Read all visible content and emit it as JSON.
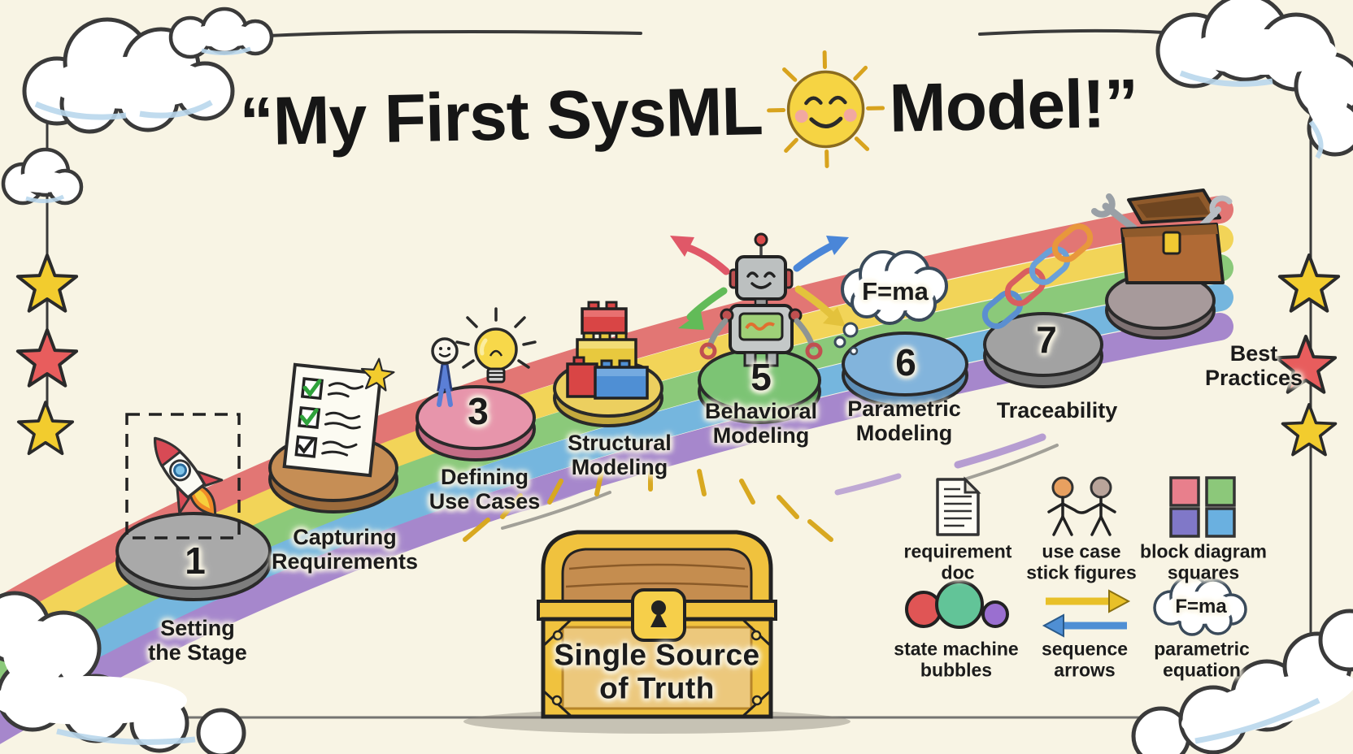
{
  "title": {
    "part1": "“My First SysML",
    "part2": "Model!”"
  },
  "steps": [
    {
      "number": "1",
      "label_lines": [
        "Setting",
        "the Stage"
      ],
      "stone_color": "#a9a9a9",
      "icon": "rocket"
    },
    {
      "number": "",
      "label_lines": [
        "Capturing",
        "Requirements"
      ],
      "stone_color": "#c68e55",
      "icon": "checklist"
    },
    {
      "number": "3",
      "label_lines": [
        "Defining",
        "Use Cases"
      ],
      "stone_color": "#e795ab",
      "icon": "person-lightbulb"
    },
    {
      "number": "",
      "label_lines": [
        "Structural",
        "Modeling"
      ],
      "stone_color": "#eccf5f",
      "icon": "lego-blocks"
    },
    {
      "number": "5",
      "label_lines": [
        "Behavioral",
        "Modeling"
      ],
      "stone_color": "#7cc474",
      "icon": "robot-arrows"
    },
    {
      "number": "6",
      "label_lines": [
        "Parametric",
        "Modeling"
      ],
      "stone_color": "#82b4dc",
      "icon": "thought-cloud"
    },
    {
      "number": "7",
      "label_lines": [
        "Traceability"
      ],
      "stone_color": "#a2a2a2",
      "icon": "chain-links"
    },
    {
      "number": "",
      "label_lines": [
        "Best",
        "Practices"
      ],
      "stone_color": "#a79a9b",
      "icon": "toolbox"
    }
  ],
  "thought_cloud": {
    "text": "F=ma"
  },
  "chest": {
    "label_lines": [
      "Single Source",
      "of Truth"
    ]
  },
  "legend": [
    {
      "icon": "requirement-doc",
      "label_lines": [
        "requirement",
        "doc"
      ]
    },
    {
      "icon": "use-case-stick-figures",
      "label_lines": [
        "use case",
        "stick figures"
      ]
    },
    {
      "icon": "block-diagram-squares",
      "label_lines": [
        "block diagram",
        "squares"
      ]
    },
    {
      "icon": "state-machine-bubbles",
      "label_lines": [
        "state machine",
        "bubbles"
      ]
    },
    {
      "icon": "sequence-arrows",
      "label_lines": [
        "sequence",
        "arrows"
      ]
    },
    {
      "icon": "parametric-equation",
      "label_lines": [
        "parametric",
        "equation"
      ],
      "equation": "F=ma"
    }
  ],
  "colors": {
    "background": "#f8f4e4",
    "rainbow": [
      "#e06565",
      "#f2d045",
      "#7cc46c",
      "#63aede",
      "#9b79c9"
    ],
    "sun": "#f6d443",
    "star_yellow": "#f2cc2e",
    "star_red": "#e85d5d",
    "chest_gold": "#f0c23e"
  }
}
